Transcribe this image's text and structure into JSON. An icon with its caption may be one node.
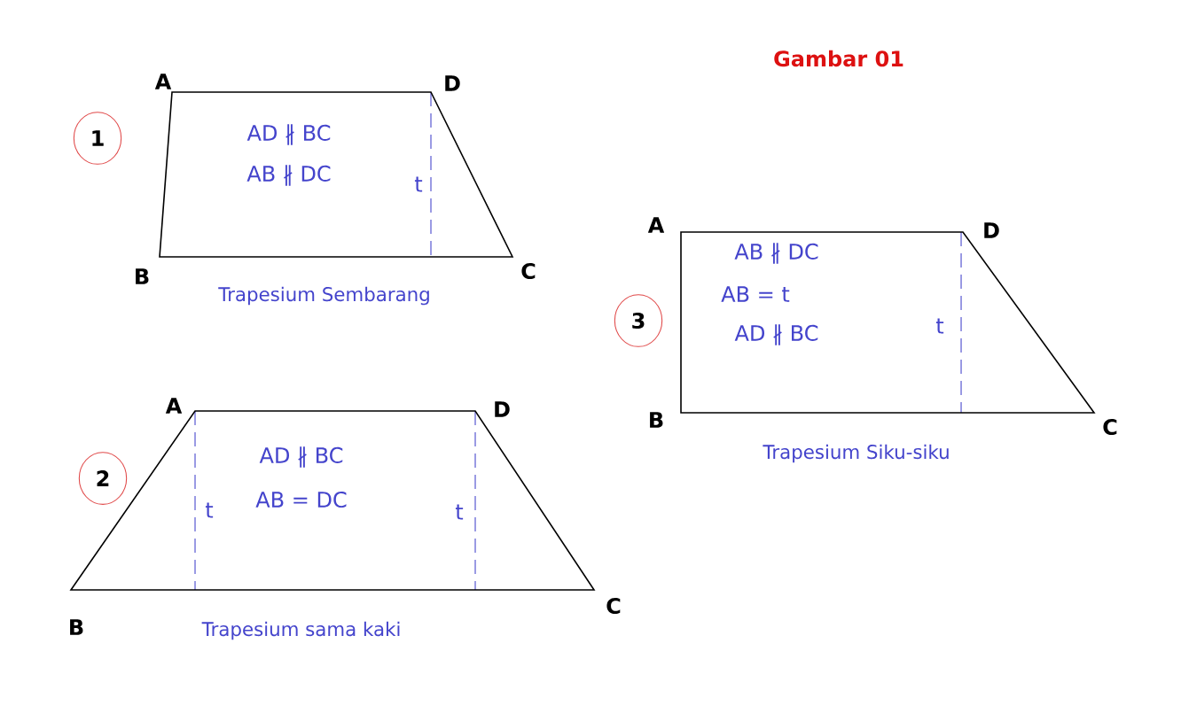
{
  "diagram": {
    "title": "Gambar 01",
    "nodes": [
      {
        "text": [
          "1"
        ]
      },
      {
        "text": [
          "AD ∦ BC",
          "AB ∦ DC"
        ],
        "beside": [
          "Trapesium Sembarang"
        ]
      },
      {
        "text": [
          "3"
        ]
      },
      {
        "text": [
          "AB ∦ DC",
          "AB = t",
          "AD ∦ BC"
        ],
        "beside": [
          "Trapesium Siku-siku"
        ]
      },
      {
        "text": [
          "2"
        ]
      },
      {
        "text": [
          "AD ∦ BC",
          "AB = DC"
        ],
        "beside": [
          "Trapesium sama kaki"
        ]
      }
    ],
    "labels": [
      "A",
      "D",
      "t",
      "B",
      "C",
      "A",
      "D",
      "t",
      "B",
      "C",
      "A",
      "D",
      "t",
      "t",
      "B",
      "C"
    ]
  }
}
